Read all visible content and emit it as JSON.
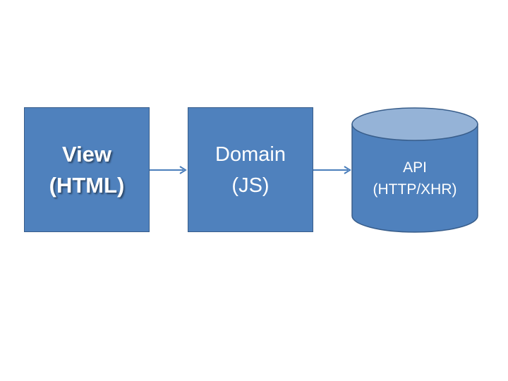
{
  "diagram": {
    "nodes": [
      {
        "id": "view",
        "line1": "View",
        "line2": "(HTML)"
      },
      {
        "id": "domain",
        "line1": "Domain",
        "line2": "(JS)"
      },
      {
        "id": "api",
        "line1": "API",
        "line2": "(HTTP/XHR)"
      }
    ],
    "edges": [
      {
        "from": "view",
        "to": "domain"
      },
      {
        "from": "domain",
        "to": "api"
      }
    ],
    "colors": {
      "box_fill": "#4f81bd",
      "box_border": "#385d8a",
      "cylinder_top": "#95b3d7",
      "arrow": "#4a7ebb",
      "text": "#ffffff"
    }
  }
}
